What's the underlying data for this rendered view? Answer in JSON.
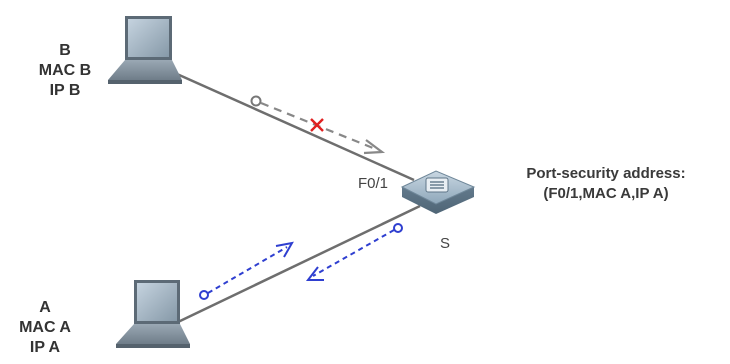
{
  "host_b": {
    "name": "B",
    "mac": "MAC B",
    "ip": "IP B"
  },
  "host_a": {
    "name": "A",
    "mac": "MAC A",
    "ip": "IP A"
  },
  "switch": {
    "name": "S",
    "port": "F0/1"
  },
  "port_security": {
    "title": "Port-security address:",
    "entry": "(F0/1,MAC A,IP A)"
  },
  "colors": {
    "link": "#6e6e6e",
    "blocked_flow": "#888888",
    "blocked_mark": "#e02020",
    "allowed_flow": "#2f3fd0",
    "switch_body": "#8aa4b8",
    "laptop_body": "#7d8c99"
  },
  "icons": [
    "laptop-icon",
    "switch-icon",
    "blocked-x-icon"
  ]
}
